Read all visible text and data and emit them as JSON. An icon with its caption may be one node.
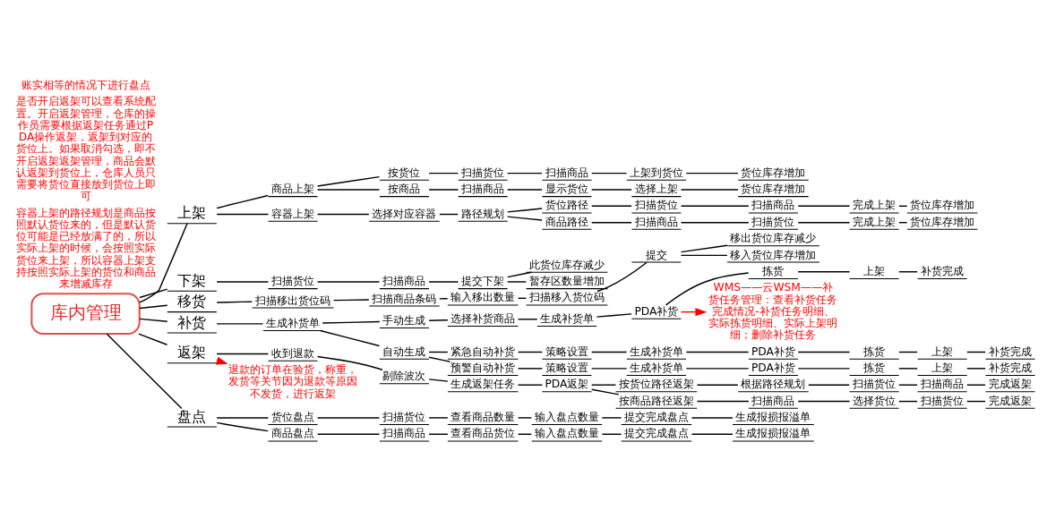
{
  "diagram": {
    "nodes": [
      {
        "text": [
          "库内管理"
        ]
      },
      {
        "text": [
          "上架"
        ]
      },
      {
        "text": [
          "商品上架"
        ]
      },
      {
        "text": [
          "按货位"
        ]
      },
      {
        "text": [
          "扫描货位"
        ]
      },
      {
        "text": [
          "扫描商品"
        ]
      },
      {
        "text": [
          "上架到货位"
        ]
      },
      {
        "text": [
          "货位库存增加"
        ]
      },
      {
        "text": [
          "按商品"
        ]
      },
      {
        "text": [
          "扫描商品"
        ]
      },
      {
        "text": [
          "显示货位"
        ]
      },
      {
        "text": [
          "选择上架"
        ]
      },
      {
        "text": [
          "货位库存增加"
        ]
      },
      {
        "text": [
          "容器上架"
        ]
      },
      {
        "text": [
          "选择对应容器"
        ]
      },
      {
        "text": [
          "路径规划"
        ]
      },
      {
        "text": [
          "货位路径"
        ]
      },
      {
        "text": [
          "扫描货位"
        ]
      },
      {
        "text": [
          "扫描商品"
        ]
      },
      {
        "text": [
          "完成上架"
        ]
      },
      {
        "text": [
          "货位库存增加"
        ]
      },
      {
        "text": [
          "商品路径"
        ]
      },
      {
        "text": [
          "扫描商品"
        ]
      },
      {
        "text": [
          "扫描货位"
        ]
      },
      {
        "text": [
          "完成上架"
        ]
      },
      {
        "text": [
          "货位库存增加"
        ]
      },
      {
        "text": [
          "下架"
        ]
      },
      {
        "text": [
          "扫描货位"
        ]
      },
      {
        "text": [
          "扫描商品"
        ]
      },
      {
        "text": [
          "提交下架"
        ]
      },
      {
        "text": [
          "此货位库存减少"
        ]
      },
      {
        "text": [
          "暂存区数量增加"
        ]
      },
      {
        "text": [
          "移货"
        ]
      },
      {
        "text": [
          "扫描移出货位码"
        ]
      },
      {
        "text": [
          "扫描商品条码"
        ]
      },
      {
        "text": [
          "输入移出数量"
        ]
      },
      {
        "text": [
          "扫描移入货位码"
        ]
      },
      {
        "text": [
          "提交"
        ]
      },
      {
        "text": [
          "移出货位库存减少"
        ]
      },
      {
        "text": [
          "移入货位库存增加"
        ]
      },
      {
        "text": [
          "补货"
        ]
      },
      {
        "text": [
          "生成补货单"
        ]
      },
      {
        "text": [
          "手动生成"
        ]
      },
      {
        "text": [
          "选择补货商品"
        ]
      },
      {
        "text": [
          "生成补货单"
        ]
      },
      {
        "text": [
          "PDA补货"
        ]
      },
      {
        "text": [
          "拣货"
        ]
      },
      {
        "text": [
          "上架"
        ]
      },
      {
        "text": [
          "补货完成"
        ]
      },
      {
        "text": [
          "自动生成"
        ]
      },
      {
        "text": [
          "紧急自动补货"
        ]
      },
      {
        "text": [
          "策略设置"
        ]
      },
      {
        "text": [
          "生成补货单"
        ]
      },
      {
        "text": [
          "PDA补货"
        ]
      },
      {
        "text": [
          "拣货"
        ]
      },
      {
        "text": [
          "上架"
        ]
      },
      {
        "text": [
          "补货完成"
        ]
      },
      {
        "text": [
          "预警自动补货"
        ]
      },
      {
        "text": [
          "策略设置"
        ]
      },
      {
        "text": [
          "生成补货单"
        ]
      },
      {
        "text": [
          "PDA补货"
        ]
      },
      {
        "text": [
          "拣货"
        ]
      },
      {
        "text": [
          "上架"
        ]
      },
      {
        "text": [
          "补货完成"
        ]
      },
      {
        "text": [
          "返架"
        ]
      },
      {
        "text": [
          "收到退款"
        ]
      },
      {
        "text": [
          "剔除波次"
        ]
      },
      {
        "text": [
          "生成返架任务"
        ]
      },
      {
        "text": [
          "PDA返架"
        ]
      },
      {
        "text": [
          "按货位路径返架"
        ]
      },
      {
        "text": [
          "根据路径规划"
        ]
      },
      {
        "text": [
          "扫描货位"
        ]
      },
      {
        "text": [
          "扫描商品"
        ]
      },
      {
        "text": [
          "完成返架"
        ]
      },
      {
        "text": [
          "按商品路径返架"
        ]
      },
      {
        "text": [
          "扫描商品"
        ]
      },
      {
        "text": [
          "选择货位"
        ]
      },
      {
        "text": [
          "扫描货位"
        ]
      },
      {
        "text": [
          "完成返架"
        ]
      },
      {
        "text": [
          "盘点"
        ]
      },
      {
        "text": [
          "货位盘点"
        ]
      },
      {
        "text": [
          "扫描货位"
        ]
      },
      {
        "text": [
          "查看商品数量"
        ]
      },
      {
        "text": [
          "输入盘点数量"
        ]
      },
      {
        "text": [
          "提交完成盘点"
        ]
      },
      {
        "text": [
          "生成报损报溢单"
        ]
      },
      {
        "text": [
          "商品盘点"
        ]
      },
      {
        "text": [
          "扫描商品"
        ]
      },
      {
        "text": [
          "查看商品货位"
        ]
      },
      {
        "text": [
          "输入盘点数量"
        ]
      },
      {
        "text": [
          "提交完成盘点"
        ]
      },
      {
        "text": [
          "生成报损报溢单"
        ]
      },
      {
        "text": [
          "WMS——云WSM——补货任务管理：查看补货任务完成情况-补货任务明细、实际拣货明细、实际上架明细；删除补货任务"
        ]
      },
      {
        "text": [
          "退款的订单在验货，称重，发货等关节因为退款等原因不发货，进行返架"
        ]
      }
    ],
    "edges": [
      {
        "from": 0,
        "to": 1,
        "arrow": "none"
      },
      {
        "from": 1,
        "to": 2,
        "arrow": "none"
      },
      {
        "from": 2,
        "to": 3,
        "arrow": "none"
      },
      {
        "from": 3,
        "to": 4,
        "arrow": "none"
      },
      {
        "from": 4,
        "to": 5,
        "arrow": "none"
      },
      {
        "from": 5,
        "to": 6,
        "arrow": "none"
      },
      {
        "from": 6,
        "to": 7,
        "arrow": "none"
      },
      {
        "from": 2,
        "to": 8,
        "arrow": "none"
      },
      {
        "from": 8,
        "to": 9,
        "arrow": "none"
      },
      {
        "from": 9,
        "to": 10,
        "arrow": "none"
      },
      {
        "from": 10,
        "to": 11,
        "arrow": "none"
      },
      {
        "from": 11,
        "to": 12,
        "arrow": "none"
      },
      {
        "from": 1,
        "to": 13,
        "arrow": "none"
      },
      {
        "from": 13,
        "to": 14,
        "arrow": "none"
      },
      {
        "from": 14,
        "to": 15,
        "arrow": "none"
      },
      {
        "from": 15,
        "to": 16,
        "arrow": "none"
      },
      {
        "from": 16,
        "to": 17,
        "arrow": "none"
      },
      {
        "from": 17,
        "to": 18,
        "arrow": "none"
      },
      {
        "from": 18,
        "to": 19,
        "arrow": "none"
      },
      {
        "from": 19,
        "to": 20,
        "arrow": "none"
      },
      {
        "from": 15,
        "to": 21,
        "arrow": "none"
      },
      {
        "from": 21,
        "to": 22,
        "arrow": "none"
      },
      {
        "from": 22,
        "to": 23,
        "arrow": "none"
      },
      {
        "from": 23,
        "to": 24,
        "arrow": "none"
      },
      {
        "from": 24,
        "to": 25,
        "arrow": "none"
      },
      {
        "from": 0,
        "to": 26,
        "arrow": "none"
      },
      {
        "from": 26,
        "to": 27,
        "arrow": "none"
      },
      {
        "from": 27,
        "to": 28,
        "arrow": "none"
      },
      {
        "from": 28,
        "to": 29,
        "arrow": "none"
      },
      {
        "from": 29,
        "to": 30,
        "arrow": "none"
      },
      {
        "from": 29,
        "to": 31,
        "arrow": "none"
      },
      {
        "from": 0,
        "to": 32,
        "arrow": "none"
      },
      {
        "from": 32,
        "to": 33,
        "arrow": "none"
      },
      {
        "from": 33,
        "to": 34,
        "arrow": "none"
      },
      {
        "from": 34,
        "to": 35,
        "arrow": "none"
      },
      {
        "from": 35,
        "to": 36,
        "arrow": "none"
      },
      {
        "from": 36,
        "to": 37,
        "arrow": "none"
      },
      {
        "from": 37,
        "to": 38,
        "arrow": "none"
      },
      {
        "from": 37,
        "to": 39,
        "arrow": "none"
      },
      {
        "from": 0,
        "to": 40,
        "arrow": "none"
      },
      {
        "from": 40,
        "to": 41,
        "arrow": "none"
      },
      {
        "from": 41,
        "to": 42,
        "arrow": "none"
      },
      {
        "from": 42,
        "to": 43,
        "arrow": "none"
      },
      {
        "from": 43,
        "to": 44,
        "arrow": "none"
      },
      {
        "from": 44,
        "to": 45,
        "arrow": "none"
      },
      {
        "from": 45,
        "to": 46,
        "arrow": "none"
      },
      {
        "from": 46,
        "to": 47,
        "arrow": "none"
      },
      {
        "from": 47,
        "to": 48,
        "arrow": "none"
      },
      {
        "from": 41,
        "to": 49,
        "arrow": "none"
      },
      {
        "from": 49,
        "to": 50,
        "arrow": "none"
      },
      {
        "from": 50,
        "to": 51,
        "arrow": "none"
      },
      {
        "from": 51,
        "to": 52,
        "arrow": "none"
      },
      {
        "from": 52,
        "to": 53,
        "arrow": "none"
      },
      {
        "from": 53,
        "to": 54,
        "arrow": "none"
      },
      {
        "from": 54,
        "to": 55,
        "arrow": "none"
      },
      {
        "from": 55,
        "to": 56,
        "arrow": "none"
      },
      {
        "from": 49,
        "to": 57,
        "arrow": "none"
      },
      {
        "from": 57,
        "to": 58,
        "arrow": "none"
      },
      {
        "from": 58,
        "to": 59,
        "arrow": "none"
      },
      {
        "from": 59,
        "to": 60,
        "arrow": "none"
      },
      {
        "from": 60,
        "to": 61,
        "arrow": "none"
      },
      {
        "from": 61,
        "to": 62,
        "arrow": "none"
      },
      {
        "from": 62,
        "to": 63,
        "arrow": "none"
      },
      {
        "from": 0,
        "to": 64,
        "arrow": "none"
      },
      {
        "from": 64,
        "to": 65,
        "arrow": "none"
      },
      {
        "from": 65,
        "to": 66,
        "arrow": "none"
      },
      {
        "from": 66,
        "to": 67,
        "arrow": "none"
      },
      {
        "from": 67,
        "to": 68,
        "arrow": "none"
      },
      {
        "from": 68,
        "to": 69,
        "arrow": "none"
      },
      {
        "from": 69,
        "to": 70,
        "arrow": "none"
      },
      {
        "from": 70,
        "to": 71,
        "arrow": "none"
      },
      {
        "from": 71,
        "to": 72,
        "arrow": "none"
      },
      {
        "from": 72,
        "to": 73,
        "arrow": "none"
      },
      {
        "from": 68,
        "to": 74,
        "arrow": "none"
      },
      {
        "from": 74,
        "to": 75,
        "arrow": "none"
      },
      {
        "from": 75,
        "to": 76,
        "arrow": "none"
      },
      {
        "from": 76,
        "to": 77,
        "arrow": "none"
      },
      {
        "from": 77,
        "to": 78,
        "arrow": "none"
      },
      {
        "from": 0,
        "to": 79,
        "arrow": "none"
      },
      {
        "from": 79,
        "to": 80,
        "arrow": "none"
      },
      {
        "from": 80,
        "to": 81,
        "arrow": "none"
      },
      {
        "from": 81,
        "to": 82,
        "arrow": "none"
      },
      {
        "from": 82,
        "to": 83,
        "arrow": "none"
      },
      {
        "from": 83,
        "to": 84,
        "arrow": "none"
      },
      {
        "from": 84,
        "to": 85,
        "arrow": "none"
      },
      {
        "from": 79,
        "to": 86,
        "arrow": "none"
      },
      {
        "from": 86,
        "to": 87,
        "arrow": "none"
      },
      {
        "from": 87,
        "to": 88,
        "arrow": "none"
      },
      {
        "from": 88,
        "to": 89,
        "arrow": "none"
      },
      {
        "from": 89,
        "to": 90,
        "arrow": "none"
      },
      {
        "from": 90,
        "to": 91,
        "arrow": "none"
      },
      {
        "from": 45,
        "to": 92,
        "arrow": "to",
        "color": "#ff0000"
      },
      {
        "from": 64,
        "to": 93,
        "arrow": "to",
        "color": "#ff0000"
      }
    ],
    "labels": [
      "容器上架的路径规划是商品按照默认货位来的，但是默认货位可能是已经放满了的，所以实际上架的时候，会按照实际货位来上架，所以容器上架支持按照实际上架的货位和商品来增减库存",
      "是否开启返架可以查看系统配置。开启返架管理，仓库的操作员需要根据返架任务通过PDA操作返架，返架到对应的货位上。如果取消勾选，即不开启返架返架管理，商品会默认返架到货位上，仓库人员只需要将货位直接放到货位上即可",
      "账实相等的情况下进行盘点"
    ]
  }
}
